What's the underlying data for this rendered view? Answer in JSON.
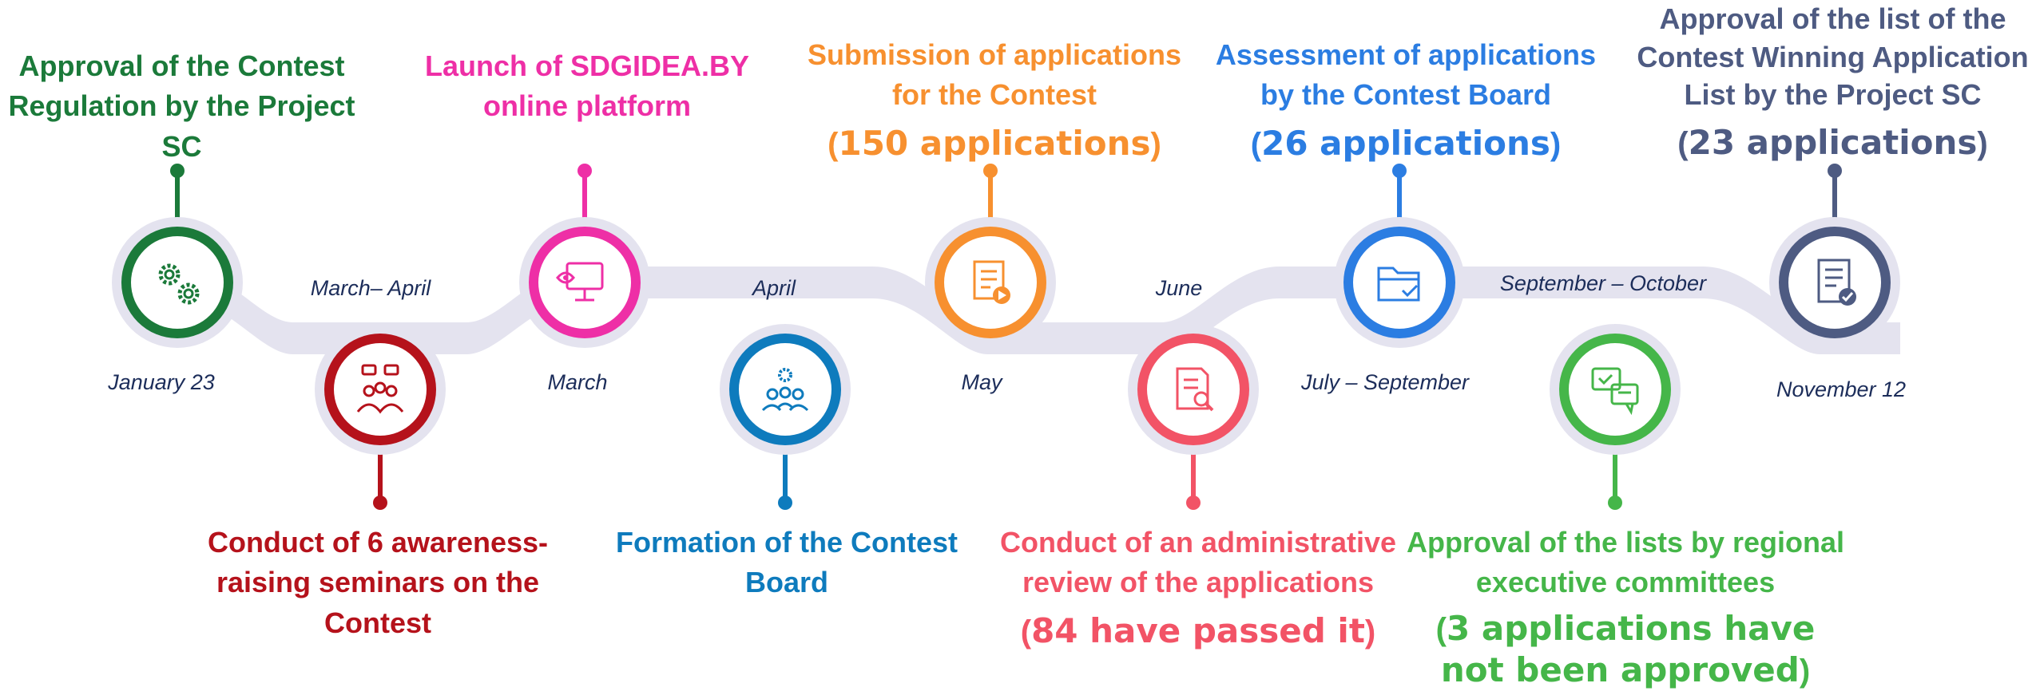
{
  "milestones": [
    {
      "title": "Approval of the Contest Regulation by the Project SC",
      "date": "January 23",
      "color": "#1b7a3a",
      "icon": "gears-icon"
    },
    {
      "title": "Conduct of 6 awareness-raising seminars on the Contest",
      "date": "March– April",
      "color": "#b5121b",
      "icon": "group-discussion-icon"
    },
    {
      "title": "Launch of SDGIDEA.BY online platform",
      "date": "March",
      "color": "#ee2fa6",
      "icon": "monitor-eye-icon"
    },
    {
      "title": "Formation of the Contest Board",
      "date": "April",
      "color": "#0e7bbd",
      "icon": "team-gear-icon"
    },
    {
      "title": "Submission of applications for the Contest",
      "count": "150 applications",
      "date": "May",
      "color": "#f7902f",
      "icon": "document-play-icon"
    },
    {
      "title": "Conduct of an administrative review of the applications",
      "count": "84 have passed it",
      "date": "June",
      "color": "#f25366",
      "icon": "document-search-icon"
    },
    {
      "title": "Assessment of applications by the Contest Board",
      "count": "26 applications",
      "date": "July – September",
      "color": "#2b7de2",
      "icon": "folder-check-icon"
    },
    {
      "title": "Approval of the lists by regional executive committees",
      "count": "3 applications have not been approved",
      "date": "September – October",
      "color": "#45b649",
      "icon": "chat-check-icon"
    },
    {
      "title": "Approval of the list of the Contest Winning Application List by the Project SC",
      "count": "23 applications",
      "date": "November 12",
      "color": "#4e5b82",
      "icon": "certificate-check-icon"
    }
  ]
}
